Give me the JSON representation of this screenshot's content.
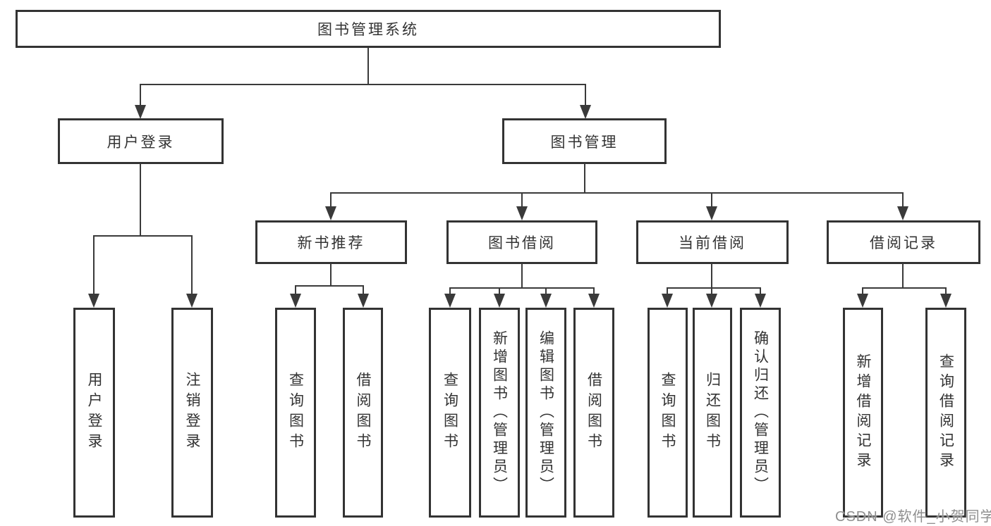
{
  "diagram_title": "图书管理系统",
  "nodes": {
    "root": {
      "label": "图书管理系统"
    },
    "user_login": {
      "label": "用户登录"
    },
    "book_management": {
      "label": "图书管理"
    },
    "new_book_recommend": {
      "label": "新书推荐"
    },
    "book_borrowing": {
      "label": "图书借阅"
    },
    "current_borrowing": {
      "label": "当前借阅"
    },
    "borrowing_records": {
      "label": "借阅记录"
    }
  },
  "leaves": {
    "user_login": {
      "label": "用户登录"
    },
    "logout": {
      "label": "注销登录"
    },
    "recommend_query_book": {
      "label": "查询图书"
    },
    "recommend_borrow_book": {
      "label": "借阅图书"
    },
    "borrowing_query_book": {
      "label": "查询图书"
    },
    "borrowing_add_book": {
      "label": "新增图书（管理员）"
    },
    "borrowing_edit_book": {
      "label": "编辑图书（管理员）"
    },
    "borrowing_borrow_book": {
      "label": "借阅图书"
    },
    "current_query_book": {
      "label": "查询图书"
    },
    "current_return_book": {
      "label": "归还图书"
    },
    "current_confirm_return": {
      "label": "确认归还（管理员）"
    },
    "records_add_record": {
      "label": "新增借阅记录"
    },
    "records_query_record": {
      "label": "查询借阅记录"
    }
  },
  "watermark": {
    "text": "CSDN @软件_小贺同学"
  },
  "colors": {
    "line": "#3a3a3a",
    "box_border": "#333333",
    "text": "#333333",
    "watermark": "#8f8f8f",
    "background": "#ffffff"
  }
}
